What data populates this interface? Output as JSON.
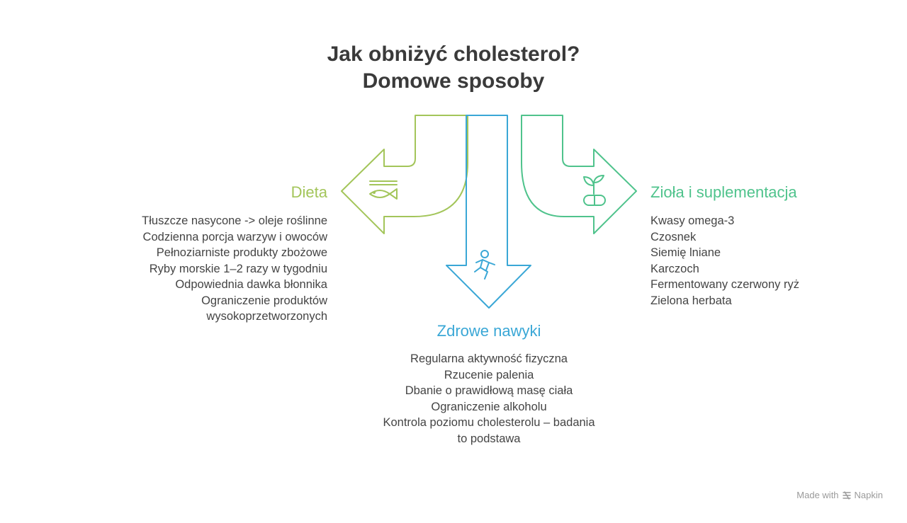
{
  "title": {
    "line1": "Jak obniżyć cholesterol?",
    "line2": "Domowe sposoby"
  },
  "colors": {
    "title": "#3a3a3a",
    "dieta": "#a3c55a",
    "nawyki": "#3aa7d6",
    "ziola": "#4fc38c",
    "text": "#444444",
    "footer": "#9a9a9a"
  },
  "branches": {
    "dieta": {
      "heading": "Dieta",
      "icon": "fish-icon",
      "items": [
        "Tłuszcze nasycone -> oleje roślinne",
        "Codzienna porcja warzyw i owoców",
        "Pełnoziarniste produkty zbożowe",
        "Ryby morskie 1–2 razy w tygodniu",
        "Odpowiednia dawka błonnika",
        "Ograniczenie produktów",
        "wysokoprzetworzonych"
      ]
    },
    "nawyki": {
      "heading": "Zdrowe nawyki",
      "icon": "running-person-icon",
      "items": [
        "Regularna aktywność fizyczna",
        "Rzucenie palenia",
        "Dbanie o prawidłową masę ciała",
        "Ograniczenie alkoholu",
        "Kontrola poziomu cholesterolu – badania",
        "to podstawa"
      ]
    },
    "ziola": {
      "heading": "Zioła i suplementacja",
      "icon": "plant-capsule-icon",
      "items": [
        "Kwasy omega-3",
        "Czosnek",
        "Siemię lniane",
        "Karczoch",
        "Fermentowany czerwony ryż",
        "Zielona herbata"
      ]
    }
  },
  "footer": {
    "made_with": "Made with",
    "brand": "Napkin",
    "icon": "napkin-logo-icon"
  }
}
